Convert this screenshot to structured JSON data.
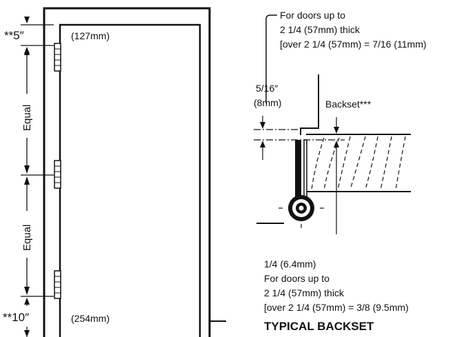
{
  "left": {
    "top_dim": "**5″",
    "top_metric": "(127mm)",
    "equal_upper": "Equal",
    "equal_lower": "Equal",
    "bottom_dim": "**10″",
    "bottom_metric": "(254mm)"
  },
  "right": {
    "note_top": {
      "line1": "For doors up to",
      "line2": "2 1/4 (57mm) thick",
      "line3": "[over 2 1/4 (57mm) = 7/16 (11mm)"
    },
    "offset_dim": "5/16″",
    "offset_metric": "(8mm)",
    "backset_label": "Backset***",
    "note_bottom": {
      "line1": "1/4 (6.4mm)",
      "line2": "For doors up to",
      "line3": "2 1/4 (57mm) thick",
      "line4": "[over 2 1/4 (57mm) = 3/8 (9.5mm)"
    },
    "title": "TYPICAL BACKSET"
  }
}
